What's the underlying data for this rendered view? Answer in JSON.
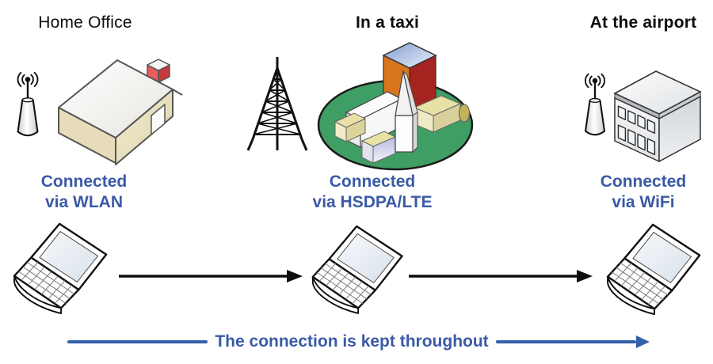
{
  "scenes": [
    {
      "title": "Home Office",
      "caption_line1": "Connected",
      "caption_line2": "via WLAN",
      "side_icon": "wifi-antenna",
      "main_icon": "house"
    },
    {
      "title": "In a taxi",
      "caption_line1": "Connected",
      "caption_line2": "via HSDPA/LTE",
      "side_icon": "radio-tower",
      "main_icon": "city"
    },
    {
      "title": "At the airport",
      "caption_line1": "Connected",
      "caption_line2": "via WiFi",
      "side_icon": "wifi-antenna",
      "main_icon": "office-building"
    }
  ],
  "bottom_arrow": {
    "label": "The connection is kept throughout"
  },
  "colors": {
    "caption_blue": "#3a5aa5",
    "bottom_arrow_blue": "#3560ab",
    "black_arrow": "#0e0e0e",
    "city_green": "#3f9e63",
    "skyscraper_orange": "#d8761f",
    "skyscraper_red": "#a62420",
    "chimney_red": "#e85c5c",
    "house_wall_cream": "#e6dcba"
  }
}
